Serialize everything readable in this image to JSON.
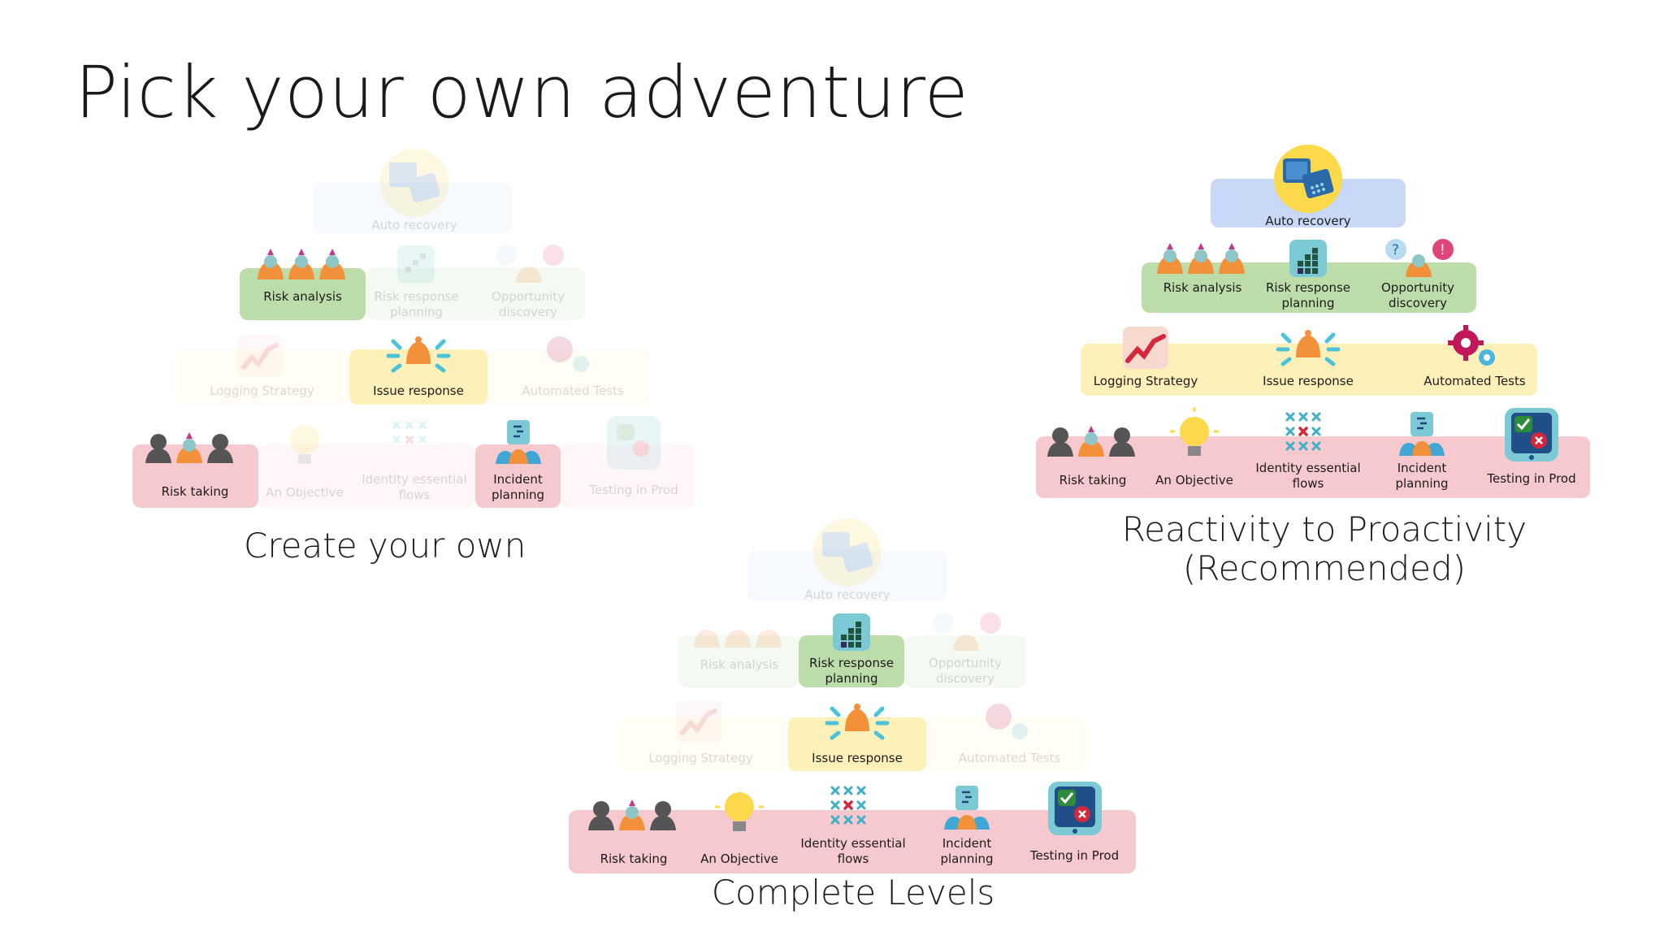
{
  "slide": {
    "title": "Pick your own adventure"
  },
  "labels": {
    "auto_recovery": "Auto recovery",
    "risk_analysis": "Risk analysis",
    "risk_response_1": "Risk response",
    "risk_response_2": "planning",
    "opportunity_1": "Opportunity",
    "opportunity_2": "discovery",
    "logging_strategy": "Logging Strategy",
    "issue_response": "Issue response",
    "automated_tests": "Automated Tests",
    "risk_taking": "Risk taking",
    "an_objective": "An Objective",
    "identity_1": "Identity essential",
    "identity_2": "flows",
    "incident_1": "Incident",
    "incident_2": "planning",
    "testing_in_prod": "Testing in Prod"
  },
  "captions": {
    "create": "Create your own",
    "reactivity_1": "Reactivity to Proactivity",
    "reactivity_2": "(Recommended)",
    "complete": "Complete Levels"
  },
  "colors": {
    "level_auto": "#c9d8f6",
    "level_risk": "#bcdcaa",
    "level_issue": "#fdf0b8",
    "level_base": "#f6c9ce"
  },
  "diagrams": [
    {
      "id": "create",
      "highlighted": [
        "risk_analysis",
        "issue_response",
        "risk_taking",
        "incident_planning"
      ]
    },
    {
      "id": "reactivity",
      "highlighted": [
        "all"
      ]
    },
    {
      "id": "complete",
      "highlighted": [
        "risk_response_planning",
        "issue_response",
        "risk_taking",
        "an_objective",
        "identity_essential_flows",
        "incident_planning",
        "testing_in_prod"
      ]
    }
  ]
}
